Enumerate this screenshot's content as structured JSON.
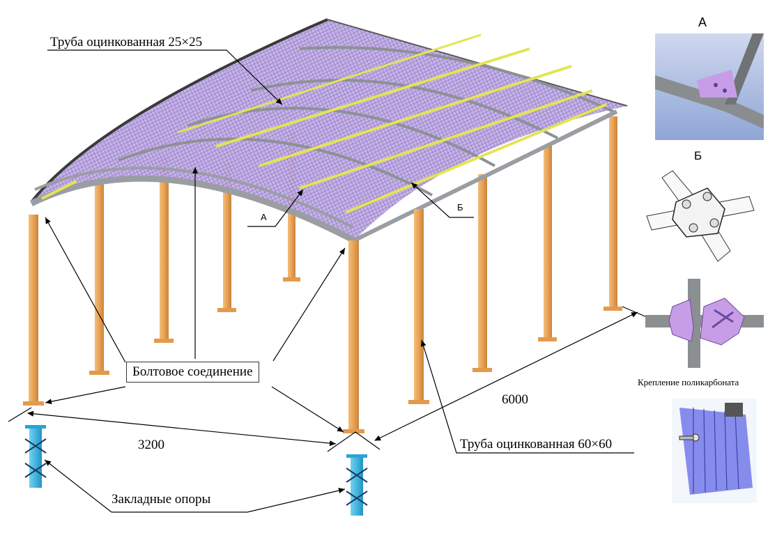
{
  "labels": {
    "pipe_25": "Труба оцинкованная 25×25",
    "pipe_60": "Труба оцинкованная 60×60",
    "bolted": "Болтовое соединение",
    "embedded": "Закладные опоры",
    "dim_width": "3200",
    "dim_length": "6000",
    "callout_a": "А",
    "callout_b": "Б",
    "polycarbonate_fixing": "Крепление поликарбоната"
  },
  "details": {
    "a_title": "А",
    "b_title": "Б"
  },
  "colors": {
    "post": "#e8a256",
    "frame": "#9a9ea3",
    "roof_mesh": "#a78ad1",
    "purlin": "#e4e454",
    "embed": "#36b4e0",
    "bracket": "#c89de8",
    "polycarb": "#6a72e8"
  }
}
